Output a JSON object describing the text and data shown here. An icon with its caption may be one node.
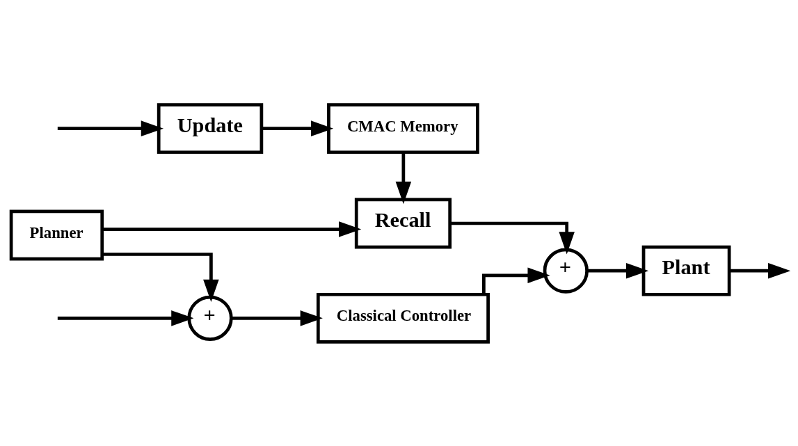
{
  "diagram": {
    "nodes": [
      {
        "text": [
          "CMAC Memory"
        ]
      },
      {
        "text": [
          "Update"
        ]
      },
      {
        "text": [
          "Recall"
        ]
      },
      {
        "text": [
          "Planner"
        ]
      },
      {
        "text": [
          "+"
        ]
      },
      {
        "text": [
          "Classical Controller"
        ]
      },
      {
        "text": [
          "+"
        ]
      },
      {
        "text": [
          "Plant"
        ]
      }
    ],
    "edges": [
      {
        "from": null,
        "to": 1,
        "arrow": "to"
      },
      {
        "from": 1,
        "to": 0,
        "arrow": "to"
      },
      {
        "from": 0,
        "to": 2,
        "arrow": "to"
      },
      {
        "from": 3,
        "to": 2,
        "arrow": "to"
      },
      {
        "from": 2,
        "to": 6,
        "arrow": "to"
      },
      {
        "from": 3,
        "to": 4,
        "arrow": "to"
      },
      {
        "from": 4,
        "to": 5,
        "arrow": "to"
      },
      {
        "from": 5,
        "to": 6,
        "arrow": "to"
      },
      {
        "from": 6,
        "to": 7,
        "arrow": "to"
      },
      {
        "from": 7,
        "to": null,
        "arrow": "to"
      },
      {
        "from": null,
        "to": 4,
        "arrow": "to"
      }
    ]
  }
}
